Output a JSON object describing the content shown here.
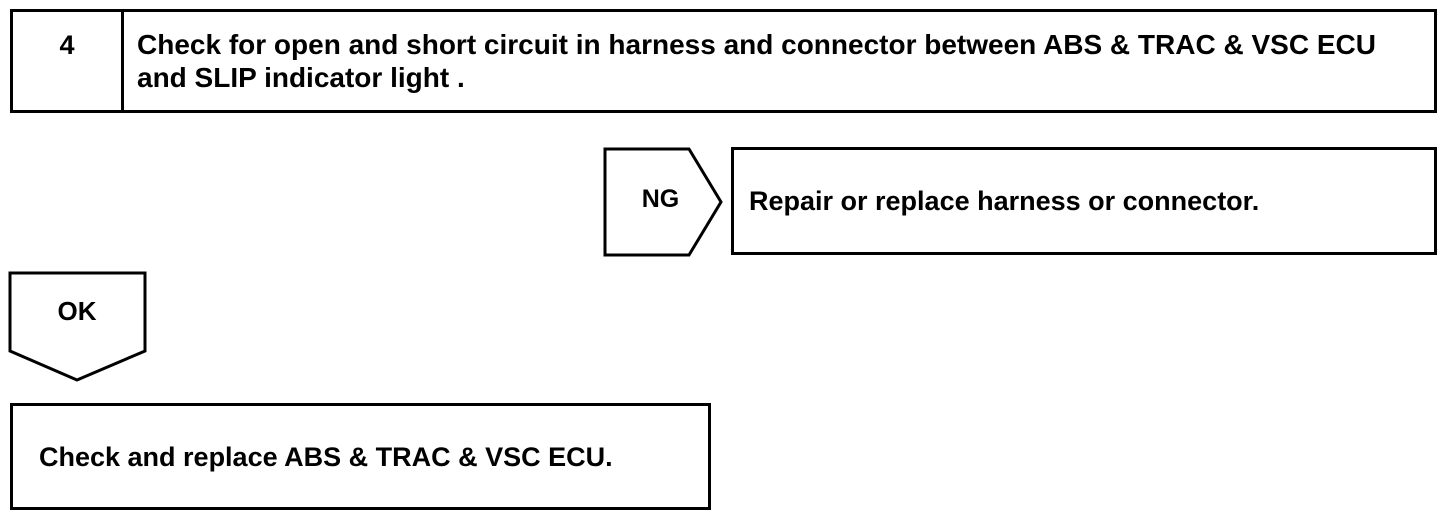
{
  "step": {
    "number": "4",
    "title": "Check for open and short circuit in harness and connector between ABS & TRAC & VSC ECU and SLIP indicator light ."
  },
  "ng_branch": {
    "label": "NG",
    "action": "Repair or replace harness or connector."
  },
  "ok_branch": {
    "label": "OK",
    "action": "Check and replace ABS & TRAC & VSC ECU."
  }
}
